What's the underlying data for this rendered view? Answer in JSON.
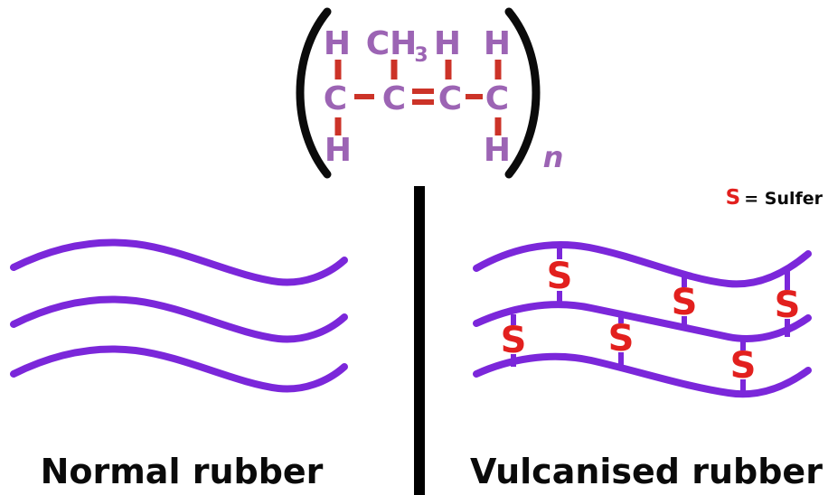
{
  "legend": {
    "symbol": "S",
    "text": "= Sulfer"
  },
  "section_labels": {
    "normal": "Normal rubber",
    "vulcanised": "Vulcanised rubber"
  },
  "molecule": {
    "description": "polyisoprene repeat unit",
    "bracket_subscript": "n",
    "top_atoms": [
      {
        "label": "H"
      },
      {
        "label": "CH"
      },
      {
        "label": "3"
      },
      {
        "label": "H"
      },
      {
        "label": "H"
      }
    ],
    "chain_atoms": [
      {
        "label": "C"
      },
      {
        "label": "C"
      },
      {
        "label": "C"
      },
      {
        "label": "C"
      }
    ],
    "bottom_atoms": [
      {
        "label": "H"
      },
      {
        "label": "H"
      }
    ]
  },
  "crosslinks": [
    {
      "label": "S"
    },
    {
      "label": "S"
    },
    {
      "label": "S"
    },
    {
      "label": "S"
    },
    {
      "label": "S"
    },
    {
      "label": "S"
    }
  ],
  "colors": {
    "chain_purple": "#7b27da",
    "atom_purple": "#9c64b4",
    "bond_red": "#cc3328",
    "sulfur_red": "#e2201e",
    "text_black": "#0a0a0a"
  }
}
